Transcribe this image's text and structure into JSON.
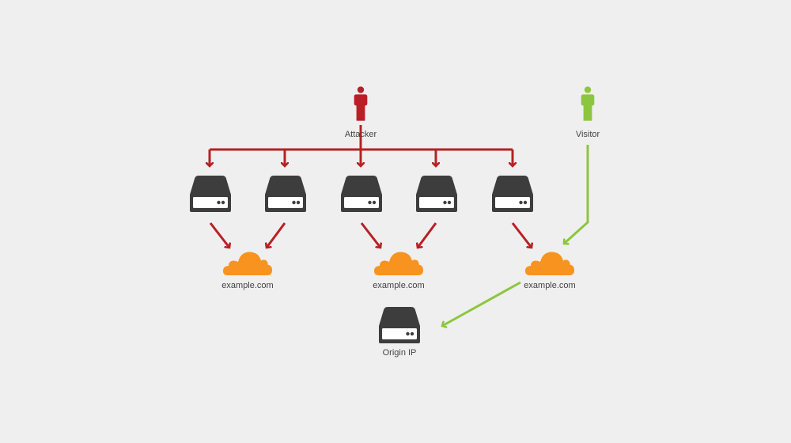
{
  "colors": {
    "background": "#efefef",
    "attacker": "#b82025",
    "visitor": "#8cc63f",
    "server": "#3d3d3d",
    "server_face": "#ffffff",
    "cloud": "#f7931e",
    "text": "#444444"
  },
  "icons": {
    "attacker": "person-icon",
    "visitor": "person-icon",
    "server": "server-icon",
    "cloud": "cloud-icon"
  },
  "labels": {
    "attacker": "Attacker",
    "visitor": "Visitor",
    "origin": "Origin IP",
    "domains": [
      "example.com",
      "example.com",
      "example.com"
    ]
  }
}
